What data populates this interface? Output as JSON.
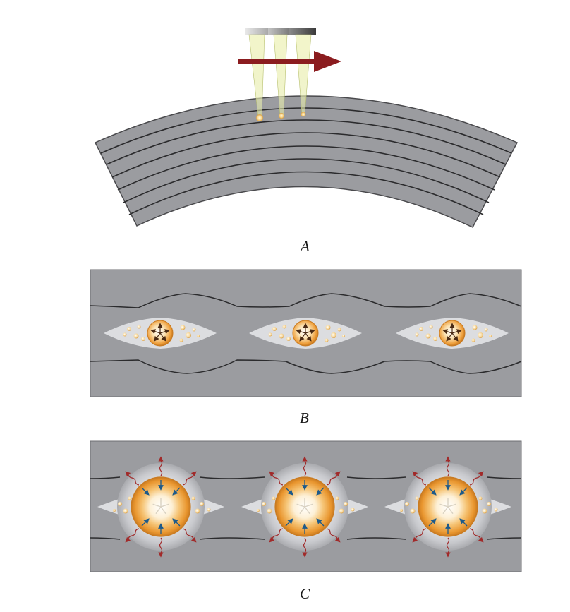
{
  "panels": {
    "a": {
      "label": "A"
    },
    "b": {
      "label": "B"
    },
    "c": {
      "label": "C"
    }
  },
  "colors": {
    "tissue_fill": "#9b9ca0",
    "layer_line": "#2b2b2d",
    "arrow": "#8b1c1f",
    "beam": "#e8efb8",
    "bubble_core": "#f0a53a",
    "lens_halo": "#cfd0d4",
    "inward_arrow": "#1d5a8a",
    "outward_wave": "#a12a2a"
  },
  "icons": {
    "lasers": "laser-beam-icon",
    "scan": "scan-direction-arrow-icon",
    "bubble": "cavitation-bubble-icon"
  }
}
